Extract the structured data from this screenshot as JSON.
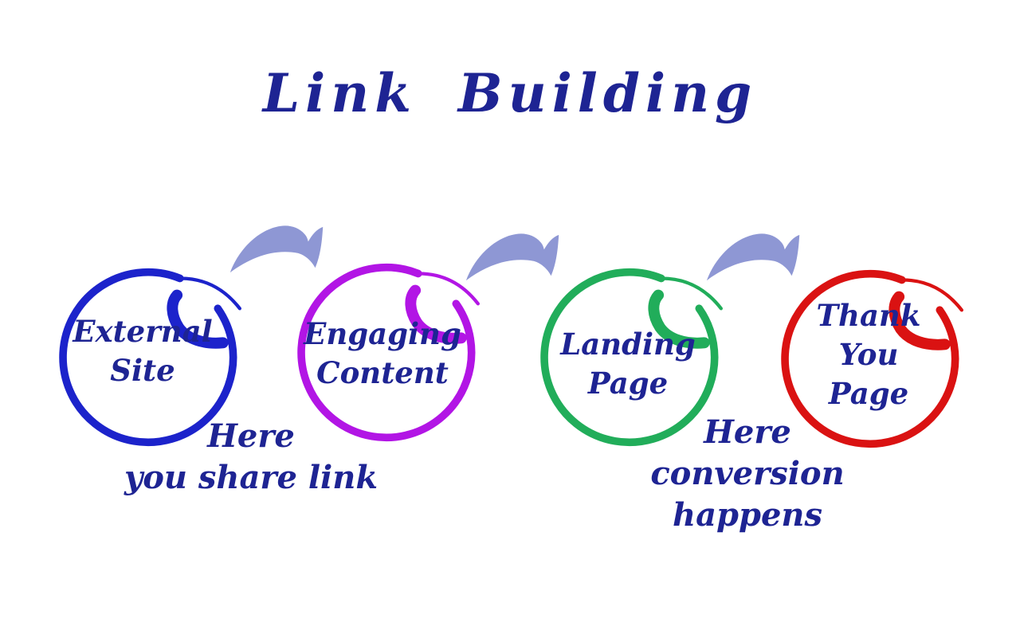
{
  "title": "Link Building",
  "colors": {
    "ink": "#1e2493",
    "arrow": "#8e97d4",
    "background": "#ffffff"
  },
  "steps": [
    {
      "id": "external-site",
      "color": "#1c23cb",
      "lines": [
        "External",
        "Site"
      ]
    },
    {
      "id": "engaging-content",
      "color": "#b215e5",
      "lines": [
        "Engaging",
        "Content"
      ]
    },
    {
      "id": "landing-page",
      "color": "#21ad5a",
      "lines": [
        "Landing",
        "Page"
      ]
    },
    {
      "id": "thank-you-page",
      "color": "#da1212",
      "lines": [
        "Thank",
        "You",
        "Page"
      ]
    }
  ],
  "annotations": [
    {
      "id": "share-link-note",
      "lines": [
        "Here",
        "you share link"
      ]
    },
    {
      "id": "conversion-note",
      "lines": [
        "Here",
        "conversion",
        "happens"
      ]
    }
  ]
}
